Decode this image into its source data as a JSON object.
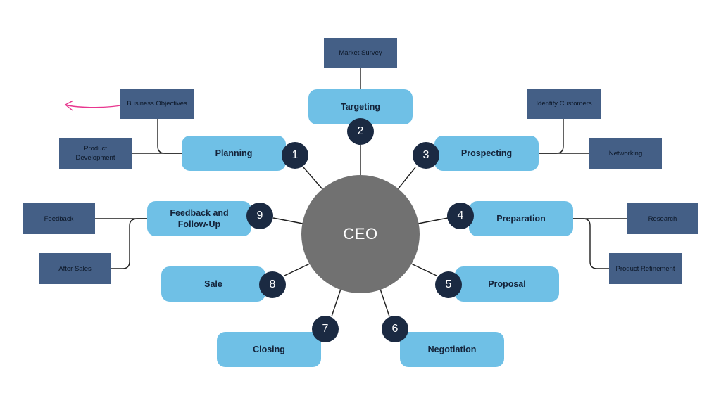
{
  "center": {
    "label": "CEO"
  },
  "steps": [
    {
      "number": "1",
      "label": "Planning"
    },
    {
      "number": "2",
      "label": "Targeting"
    },
    {
      "number": "3",
      "label": "Prospecting"
    },
    {
      "number": "4",
      "label": "Preparation"
    },
    {
      "number": "5",
      "label": "Proposal"
    },
    {
      "number": "6",
      "label": "Negotiation"
    },
    {
      "number": "7",
      "label": "Closing"
    },
    {
      "number": "8",
      "label": "Sale"
    },
    {
      "number": "9",
      "label": "Feedback and Follow-Up"
    }
  ],
  "details": {
    "market_survey": "Market Survey",
    "business_objectives": "Business Objectives",
    "product_development": "Product Development",
    "identify_customers": "Identify Customers",
    "networking": "Networking",
    "research": "Research",
    "product_refinement": "Product Refinement",
    "feedback": "Feedback",
    "after_sales": "After Sales"
  },
  "colors": {
    "step_fill": "#6fc0e6",
    "number_fill": "#1b2a42",
    "center_fill": "#717171",
    "detail_fill": "#445f86",
    "connector": "#1e1e1e",
    "annotation_arrow": "#e8358e"
  }
}
